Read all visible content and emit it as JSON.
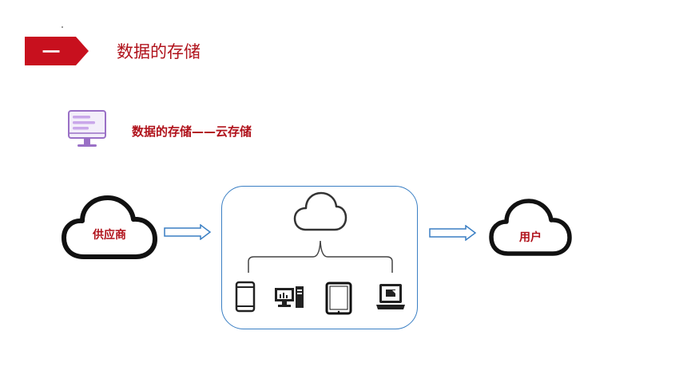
{
  "header": {
    "badge_text": "一",
    "badge_color": "#c8101e",
    "section_title": "数据的存储"
  },
  "subheader": {
    "icon": "monitor-list-icon",
    "title": "数据的存储——云存储"
  },
  "diagram": {
    "provider_label": "供应商",
    "user_label": "用户",
    "center_cloud_icon": "cloud-outline-icon",
    "devices": [
      "phone-icon",
      "desktop-computer-icon",
      "tablet-icon",
      "laptop-icon"
    ],
    "arrow_color": "#3a7fc4",
    "box_color": "#3a7fc4"
  }
}
